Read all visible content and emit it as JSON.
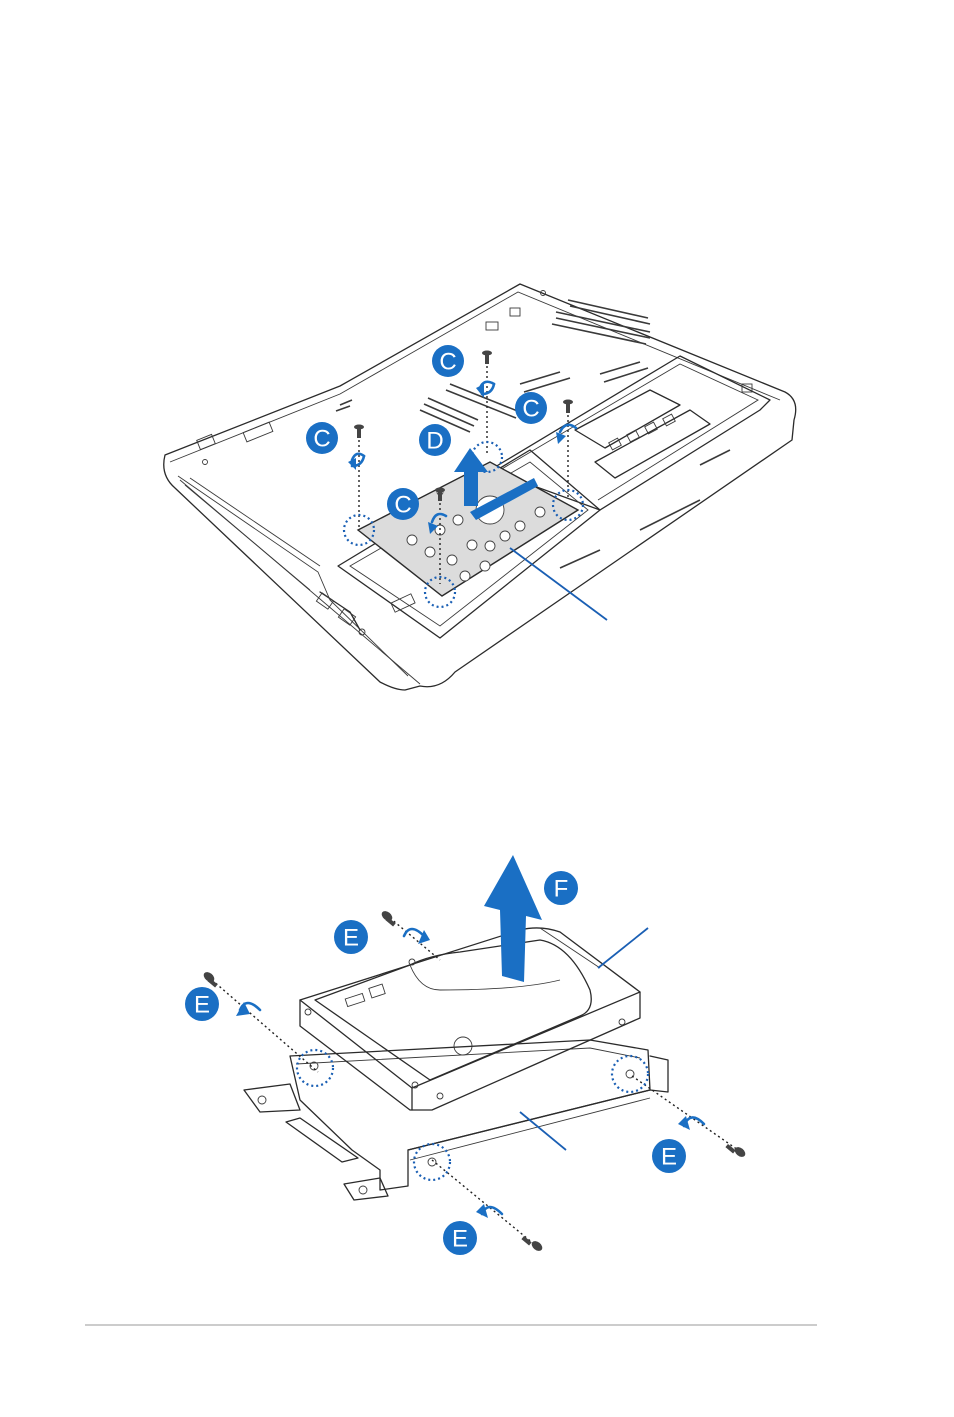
{
  "colors": {
    "badge": "#1a6fc4",
    "arrow": "#1a6fc4",
    "outline": "#2b2b2b",
    "footer_rule": "#bbbbbb"
  },
  "diagram_top": {
    "badges": [
      {
        "label": "C"
      },
      {
        "label": "C"
      },
      {
        "label": "C"
      },
      {
        "label": "C"
      },
      {
        "label": "D"
      }
    ]
  },
  "diagram_bottom": {
    "badges": [
      {
        "label": "F"
      },
      {
        "label": "E"
      },
      {
        "label": "E"
      },
      {
        "label": "E"
      },
      {
        "label": "E"
      }
    ]
  },
  "icons": [
    "screw-icon",
    "rotate-arrow-icon",
    "lift-arrow-icon"
  ]
}
